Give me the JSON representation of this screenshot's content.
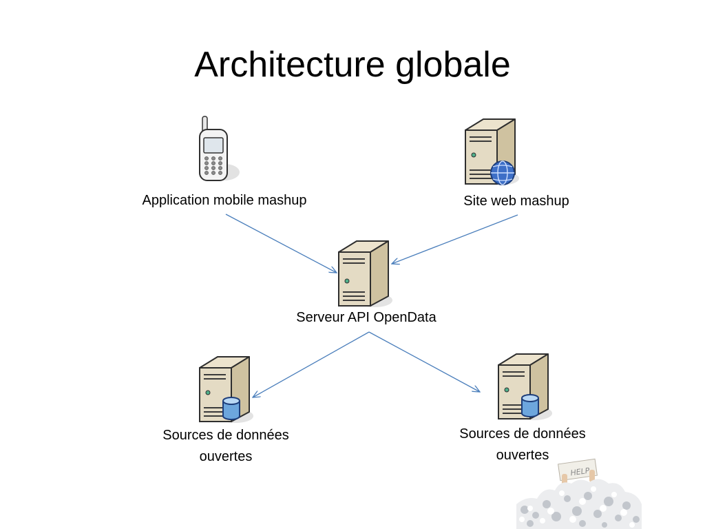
{
  "slide": {
    "title": "Architecture globale"
  },
  "diagram": {
    "nodes": {
      "mobile_app": {
        "label": "Application mobile mashup",
        "icon": "mobile-phone-icon"
      },
      "website": {
        "label": "Site web mashup",
        "icon": "web-server-icon"
      },
      "api_server": {
        "label": "Serveur API OpenData",
        "icon": "server-icon"
      },
      "source_left": {
        "label_line1": "Sources de données",
        "label_line2": "ouvertes",
        "icon": "database-server-icon"
      },
      "source_right": {
        "label_line1": "Sources de données",
        "label_line2": "ouvertes",
        "icon": "database-server-icon"
      }
    },
    "edges": [
      {
        "from": "mobile_app",
        "to": "api_server"
      },
      {
        "from": "website",
        "to": "api_server"
      },
      {
        "from": "api_server",
        "to": "source_left"
      },
      {
        "from": "api_server",
        "to": "source_right"
      }
    ],
    "edge_color": "#4a7ebb",
    "decoration": {
      "icon": "paper-pile-help-icon",
      "sign_text": "HELP"
    }
  }
}
